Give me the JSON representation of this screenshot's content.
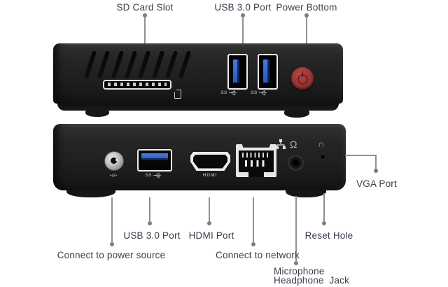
{
  "diagram": {
    "type": "product-ports-diagram",
    "device": "mini-pc",
    "views": [
      "top-front",
      "rear"
    ]
  },
  "labels": {
    "sd_card": "SD Card Slot",
    "usb_top": "USB 3.0 Port",
    "power_button": "Power Bottom",
    "usb_rear": "USB 3.0 Port",
    "hdmi": "HDMI Port",
    "reset": "Reset Hole",
    "power_source": "Connect to power source",
    "network": "Connect to network",
    "mic_headphone_1": "Microphone",
    "mic_headphone_2": "Headphone  Jack",
    "vga": "VGA Port"
  },
  "markings": {
    "ss": "SS",
    "hdmi": "HDMI",
    "dc_polarity": "•⊕•",
    "headphone_icon": "Ω",
    "reset_arc_icon": "∩"
  },
  "colors": {
    "background": "#ffffff",
    "label_text": "#39404c",
    "leader_line": "#909090",
    "device_body": "#1e1e1e",
    "usb_blue": "#2f5fc4",
    "power_button_red": "#9e3333",
    "port_outline": "#ececec"
  }
}
